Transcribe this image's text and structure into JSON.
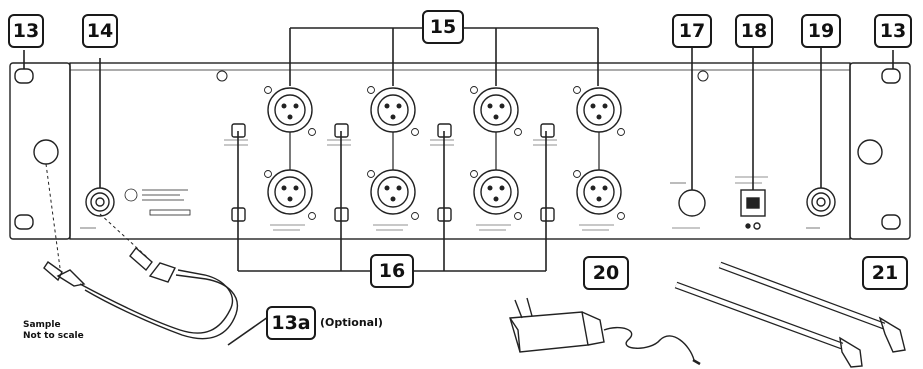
{
  "callouts": {
    "c13_left": "13",
    "c14": "14",
    "c15": "15",
    "c16": "16",
    "c17": "17",
    "c18": "18",
    "c19": "19",
    "c13_right": "13",
    "c13a": "13a",
    "c20": "20",
    "c21": "21"
  },
  "labels": {
    "optional": "(Optional)",
    "sample_line1": "Sample",
    "sample_line2": "Not to scale"
  }
}
